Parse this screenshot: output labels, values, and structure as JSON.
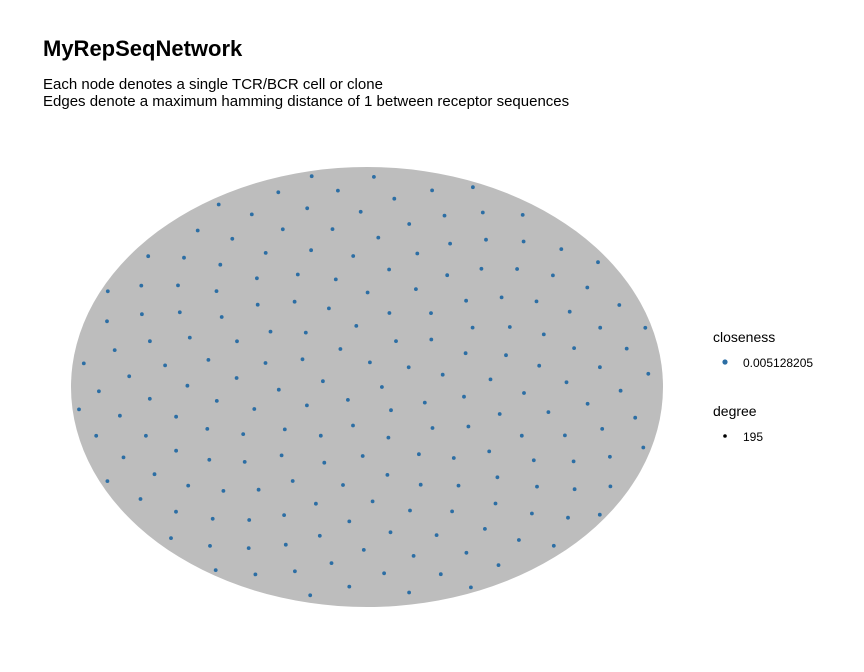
{
  "plot": {
    "title": "MyRepSeqNetwork",
    "subtitle_line1": "Each node denotes a single TCR/BCR cell or clone",
    "subtitle_line2": "Edges denote a maximum hamming distance of 1 between receptor sequences"
  },
  "legend": {
    "closeness": {
      "title": "closeness",
      "value": "0.005128205",
      "color": "#2c6ea4"
    },
    "degree": {
      "title": "degree",
      "value": "195",
      "color": "#000000"
    }
  },
  "network": {
    "node_count": 196,
    "edge_color": "#bdbdbd",
    "node_color": "#2c6ea4"
  }
}
